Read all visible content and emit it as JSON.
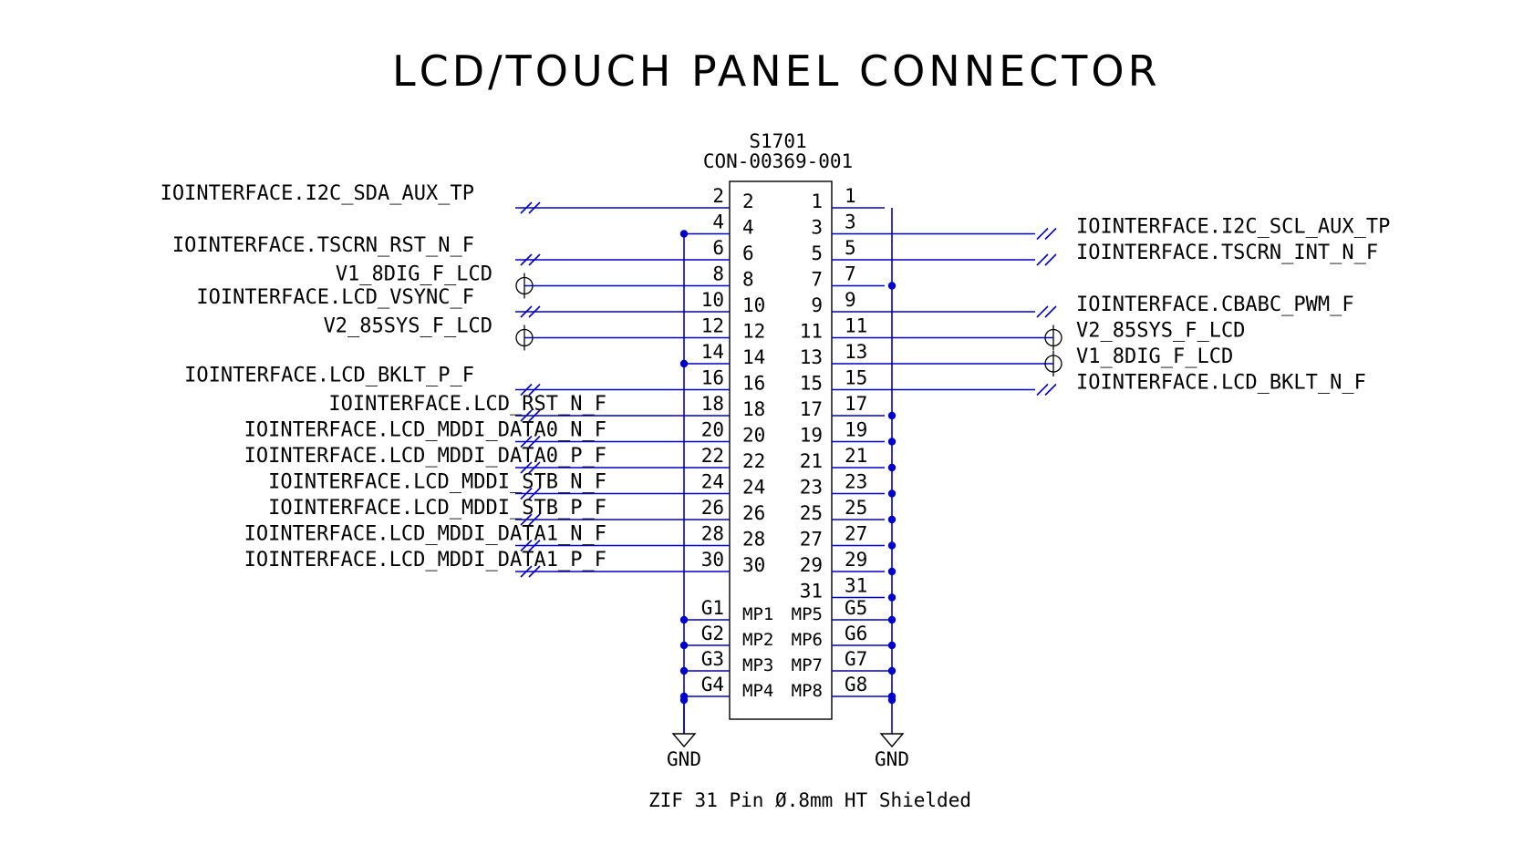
{
  "title": "LCD/TOUCH PANEL CONNECTOR",
  "refdes": "S1701",
  "part_number": "CON-00369-001",
  "description": "ZIF 31 Pin Ø.8mm HT Shielded",
  "ground_label": "GND",
  "left_pins": [
    {
      "pin": "2",
      "inner": "2",
      "net": "IOINTERFACE.I2C_SDA_AUX_TP",
      "type": "offpage"
    },
    {
      "pin": "4",
      "inner": "4",
      "net": "",
      "type": "gnd"
    },
    {
      "pin": "6",
      "inner": "6",
      "net": "IOINTERFACE.TSCRN_RST_N_F",
      "type": "offpage"
    },
    {
      "pin": "8",
      "inner": "8",
      "net": "V1_8DIG_F_LCD",
      "type": "power"
    },
    {
      "pin": "10",
      "inner": "10",
      "net": "IOINTERFACE.LCD_VSYNC_F",
      "type": "offpage"
    },
    {
      "pin": "12",
      "inner": "12",
      "net": "V2_85SYS_F_LCD",
      "type": "power"
    },
    {
      "pin": "14",
      "inner": "14",
      "net": "",
      "type": "gnd"
    },
    {
      "pin": "16",
      "inner": "16",
      "net": "IOINTERFACE.LCD_BKLT_P_F",
      "type": "offpage"
    },
    {
      "pin": "18",
      "inner": "18",
      "net": "IOINTERFACE.LCD_RST_N_F",
      "type": "offpage"
    },
    {
      "pin": "20",
      "inner": "20",
      "net": "IOINTERFACE.LCD_MDDI_DATA0_N_F",
      "type": "offpage"
    },
    {
      "pin": "22",
      "inner": "22",
      "net": "IOINTERFACE.LCD_MDDI_DATA0_P_F",
      "type": "offpage"
    },
    {
      "pin": "24",
      "inner": "24",
      "net": "IOINTERFACE.LCD_MDDI_STB_N_F",
      "type": "offpage"
    },
    {
      "pin": "26",
      "inner": "26",
      "net": "IOINTERFACE.LCD_MDDI_STB_P_F",
      "type": "offpage"
    },
    {
      "pin": "28",
      "inner": "28",
      "net": "IOINTERFACE.LCD_MDDI_DATA1_N_F",
      "type": "offpage"
    },
    {
      "pin": "30",
      "inner": "30",
      "net": "IOINTERFACE.LCD_MDDI_DATA1_P_F",
      "type": "offpage"
    }
  ],
  "right_pins": [
    {
      "pin": "1",
      "inner": "1",
      "net": "",
      "type": "gnd"
    },
    {
      "pin": "3",
      "inner": "3",
      "net": "IOINTERFACE.I2C_SCL_AUX_TP",
      "type": "offpage"
    },
    {
      "pin": "5",
      "inner": "5",
      "net": "IOINTERFACE.TSCRN_INT_N_F",
      "type": "offpage"
    },
    {
      "pin": "7",
      "inner": "7",
      "net": "",
      "type": "gnd"
    },
    {
      "pin": "9",
      "inner": "9",
      "net": "IOINTERFACE.CBABC_PWM_F",
      "type": "offpage"
    },
    {
      "pin": "11",
      "inner": "11",
      "net": "V2_85SYS_F_LCD",
      "type": "power"
    },
    {
      "pin": "13",
      "inner": "13",
      "net": "V1_8DIG_F_LCD",
      "type": "power"
    },
    {
      "pin": "15",
      "inner": "15",
      "net": "IOINTERFACE.LCD_BKLT_N_F",
      "type": "offpage"
    },
    {
      "pin": "17",
      "inner": "17",
      "net": "",
      "type": "gnd"
    },
    {
      "pin": "19",
      "inner": "19",
      "net": "",
      "type": "gnd"
    },
    {
      "pin": "21",
      "inner": "21",
      "net": "",
      "type": "gnd"
    },
    {
      "pin": "23",
      "inner": "23",
      "net": "",
      "type": "gnd"
    },
    {
      "pin": "25",
      "inner": "25",
      "net": "",
      "type": "gnd"
    },
    {
      "pin": "27",
      "inner": "27",
      "net": "",
      "type": "gnd"
    },
    {
      "pin": "29",
      "inner": "29",
      "net": "",
      "type": "gnd"
    },
    {
      "pin": "31",
      "inner": "31",
      "net": "",
      "type": "gnd"
    }
  ],
  "left_mounting": [
    {
      "pin": "G1",
      "inner": "MP1"
    },
    {
      "pin": "G2",
      "inner": "MP2"
    },
    {
      "pin": "G3",
      "inner": "MP3"
    },
    {
      "pin": "G4",
      "inner": "MP4"
    }
  ],
  "right_mounting": [
    {
      "pin": "G5",
      "inner": "MP5"
    },
    {
      "pin": "G6",
      "inner": "MP6"
    },
    {
      "pin": "G7",
      "inner": "MP7"
    },
    {
      "pin": "G8",
      "inner": "MP8"
    }
  ],
  "colors": {
    "wire": "#0000cc",
    "ink": "#000000",
    "background": "#ffffff"
  }
}
